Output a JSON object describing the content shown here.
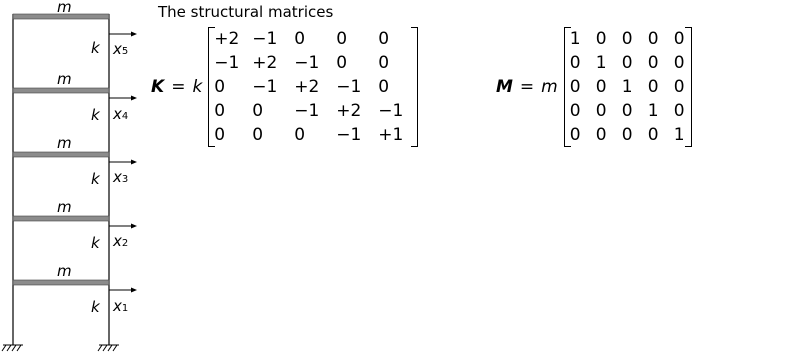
{
  "title": "The structural matrices",
  "frame": {
    "floors": [
      {
        "mass": "m",
        "stiffness": "k",
        "dof_var": "x",
        "dof_sub": "5"
      },
      {
        "mass": "m",
        "stiffness": "k",
        "dof_var": "x",
        "dof_sub": "4"
      },
      {
        "mass": "m",
        "stiffness": "k",
        "dof_var": "x",
        "dof_sub": "3"
      },
      {
        "mass": "m",
        "stiffness": "k",
        "dof_var": "x",
        "dof_sub": "2"
      },
      {
        "mass": "m",
        "stiffness": "k",
        "dof_var": "x",
        "dof_sub": "1"
      }
    ]
  },
  "stiffness_matrix": {
    "name": "K",
    "equals": "=",
    "scalar": "k",
    "rows": [
      [
        "+2",
        "−1",
        "0",
        "0",
        "0"
      ],
      [
        "−1",
        "+2",
        "−1",
        "0",
        "0"
      ],
      [
        "0",
        "−1",
        "+2",
        "−1",
        "0"
      ],
      [
        "0",
        "0",
        "−1",
        "+2",
        "−1"
      ],
      [
        "0",
        "0",
        "0",
        "−1",
        "+1"
      ]
    ]
  },
  "mass_matrix": {
    "name": "M",
    "equals": "=",
    "scalar": "m",
    "rows": [
      [
        "1",
        "0",
        "0",
        "0",
        "0"
      ],
      [
        "0",
        "1",
        "0",
        "0",
        "0"
      ],
      [
        "0",
        "0",
        "1",
        "0",
        "0"
      ],
      [
        "0",
        "0",
        "0",
        "1",
        "0"
      ],
      [
        "0",
        "0",
        "0",
        "0",
        "1"
      ]
    ]
  }
}
